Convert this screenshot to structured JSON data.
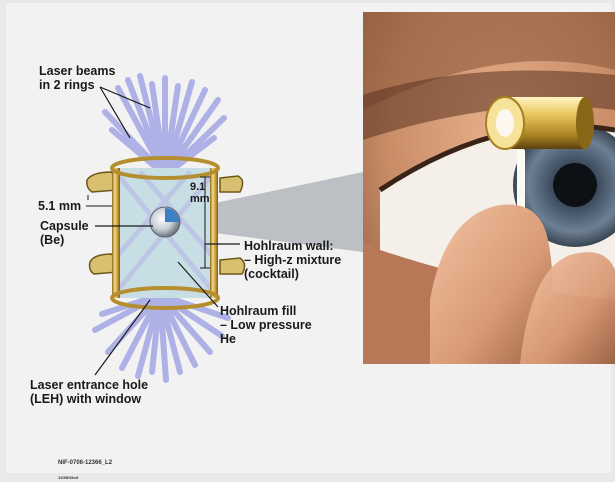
{
  "labels": {
    "laser_beams": "Laser beams\nin 2 rings",
    "dim_width": "5.1 mm",
    "dim_height": "9.1\nmm",
    "capsule": "Capsule\n(Be)",
    "hohlraum_wall": "Hohlraum wall:\n– High-z mixture\n   (cocktail)",
    "hohlraum_fill": "Hohlraum fill\n– Low pressure\n   He",
    "leh": "Laser entrance hole\n(LEH) with window"
  },
  "figure_code": "NIF-0706-12366_L2",
  "figure_subcode": "11GBS/tmf",
  "colors": {
    "beam_blue": "#7f84d6",
    "gold": "#cda84a",
    "hohlraum_fill": "#c9dfe6",
    "capsule_blue": "#3b7fc4",
    "photo_skin": "#c98d68"
  }
}
